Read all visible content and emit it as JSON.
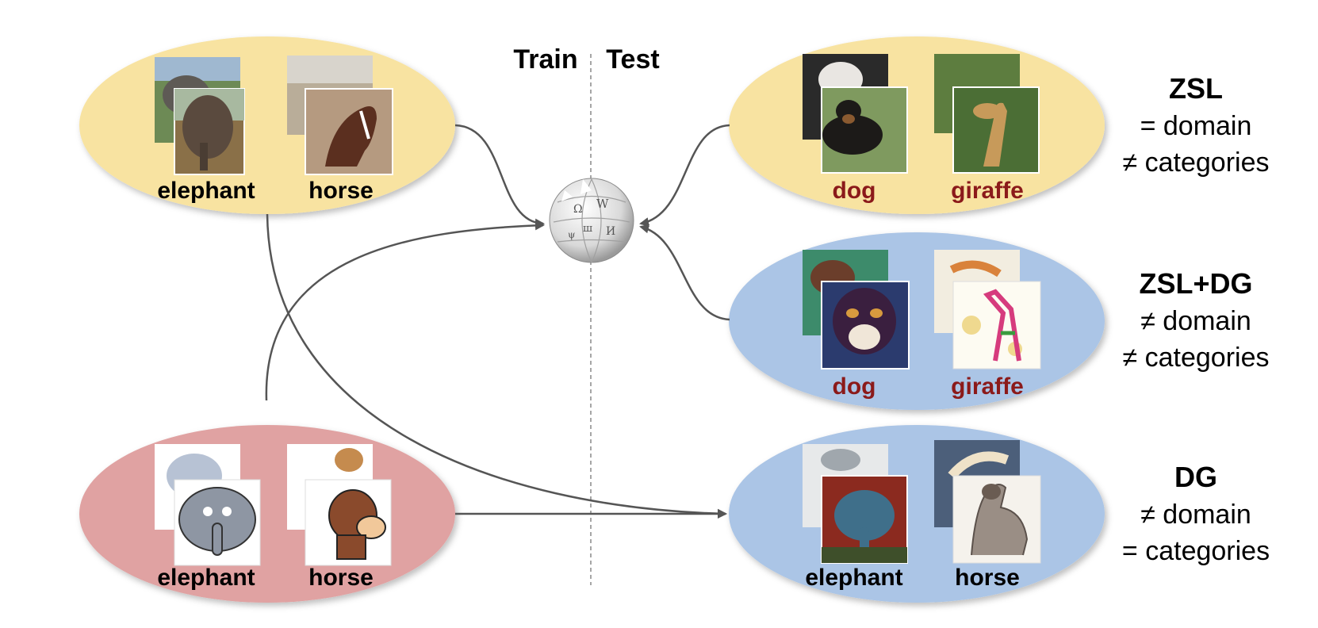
{
  "header": {
    "train": "Train",
    "test": "Test"
  },
  "groups": {
    "train_photo": {
      "labels": [
        "elephant",
        "horse"
      ],
      "color": "#f8e3a1",
      "label_color": "#000000"
    },
    "train_cartoon": {
      "labels": [
        "elephant",
        "horse"
      ],
      "color": "#e0a2a2",
      "label_color": "#000000"
    },
    "test_zsl": {
      "labels": [
        "dog",
        "giraffe"
      ],
      "color": "#f8e3a1",
      "label_color": "#8b1a1a"
    },
    "test_zsl_dg": {
      "labels": [
        "dog",
        "giraffe"
      ],
      "color": "#abc5e6",
      "label_color": "#8b1a1a"
    },
    "test_dg": {
      "labels": [
        "elephant",
        "horse"
      ],
      "color": "#abc5e6",
      "label_color": "#000000"
    }
  },
  "descriptions": {
    "zsl": {
      "title": "ZSL",
      "line1": "= domain",
      "line2": "≠ categories"
    },
    "zsl_dg": {
      "title": "ZSL+DG",
      "line1": "≠ domain",
      "line2": "≠ categories"
    },
    "dg": {
      "title": "DG",
      "line1": "≠ domain",
      "line2": "= categories"
    }
  },
  "center_icon": "wikipedia-globe-icon",
  "colors": {
    "arrow": "#555555",
    "divider": "#888888"
  }
}
